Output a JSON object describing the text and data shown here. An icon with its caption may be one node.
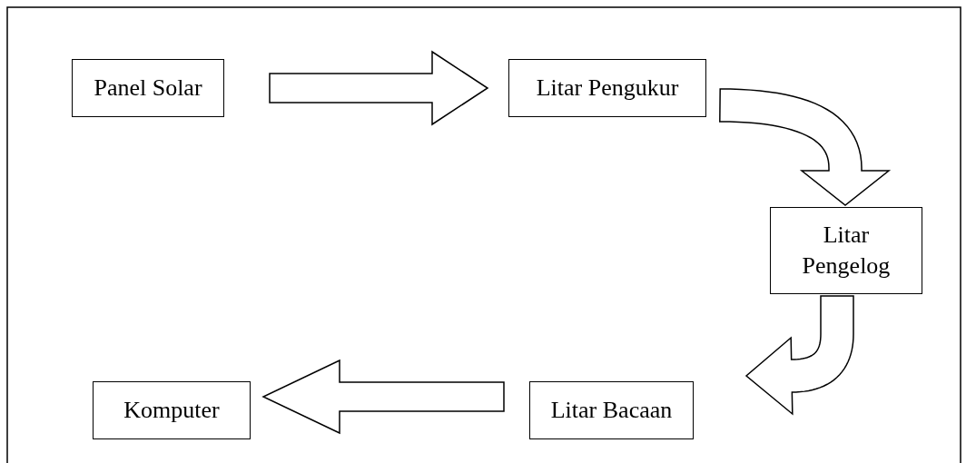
{
  "diagram": {
    "nodes": [
      {
        "text": [
          "Panel Solar"
        ]
      },
      {
        "text": [
          "Litar Pengukur"
        ]
      },
      {
        "text": [
          "Litar Pengelog"
        ]
      },
      {
        "text": [
          "Litar Bacaan"
        ]
      },
      {
        "text": [
          "Komputer"
        ]
      }
    ],
    "edges": [
      {
        "from": 0,
        "to": 1,
        "arrow": "to"
      },
      {
        "from": 1,
        "to": 2,
        "arrow": "to"
      },
      {
        "from": 2,
        "to": 3,
        "arrow": "to"
      },
      {
        "from": 3,
        "to": 4,
        "arrow": "to"
      }
    ]
  }
}
